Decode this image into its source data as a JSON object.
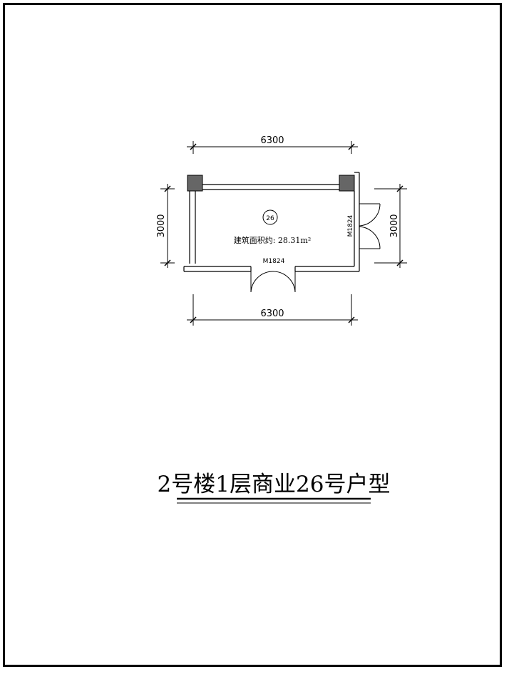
{
  "plan": {
    "dim_top": "6300",
    "dim_bottom": "6300",
    "dim_left": "3000",
    "dim_right": "3000",
    "unit_number": "26",
    "area_label": "建筑面积约: 28.31m²",
    "door_bottom": "M1824",
    "door_right": "M1824"
  },
  "title": "2号楼1层商业26号户型"
}
